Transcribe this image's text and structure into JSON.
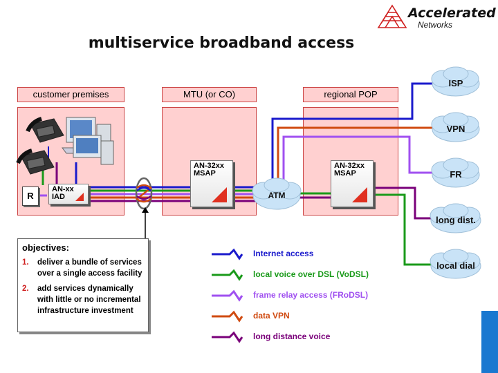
{
  "title": "multiservice broadband access",
  "logo": {
    "line1": "Accelerated",
    "line2": "Networks"
  },
  "columns": [
    {
      "label": "customer premises"
    },
    {
      "label": "MTU (or CO)"
    },
    {
      "label": "regional POP"
    }
  ],
  "devices": {
    "r": "R",
    "iad": "AN-xx\nIAD",
    "msap1": "AN-32xx\nMSAP",
    "msap2": "AN-32xx\nMSAP",
    "atm": "ATM"
  },
  "clouds": [
    "ISP",
    "VPN",
    "FR",
    "long dist.",
    "local dial"
  ],
  "objectives": {
    "title": "objectives:",
    "items": [
      {
        "num": "1.",
        "text": "deliver a bundle of services over a single access facility"
      },
      {
        "num": "2.",
        "text": "add services dynamically with little or no incremental infrastructure investment"
      }
    ]
  },
  "legend": [
    {
      "label": "Internet access",
      "color": "#1a1acc"
    },
    {
      "label": "local voice over DSL (VoDSL)",
      "color": "#1a9a1a"
    },
    {
      "label": "frame relay access (FRoDSL)",
      "color": "#a050f0"
    },
    {
      "label": "data VPN",
      "color": "#d04a10"
    },
    {
      "label": "long distance voice",
      "color": "#7a007a"
    }
  ]
}
